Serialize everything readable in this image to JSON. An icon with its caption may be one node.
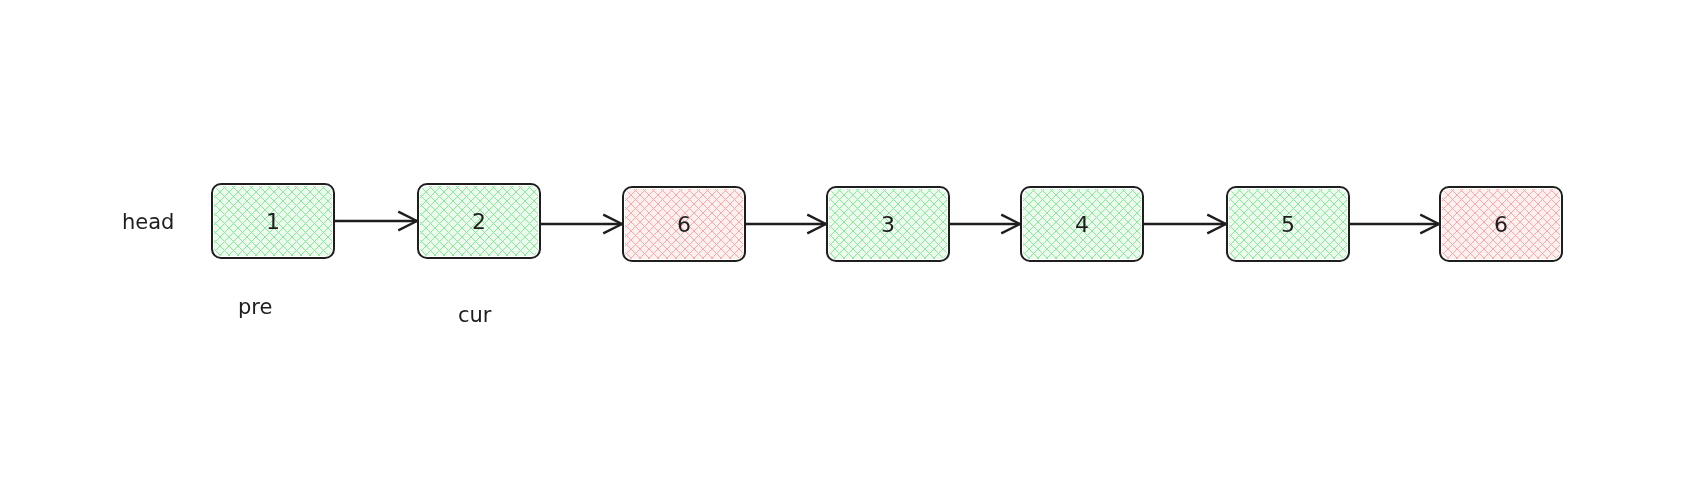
{
  "diagram": {
    "nodes": [
      {
        "text": [
          "1"
        ]
      },
      {
        "text": [
          "2"
        ]
      },
      {
        "text": [
          "6"
        ]
      },
      {
        "text": [
          "3"
        ]
      },
      {
        "text": [
          "4"
        ]
      },
      {
        "text": [
          "5"
        ]
      },
      {
        "text": [
          "6"
        ]
      }
    ],
    "edges": [
      {
        "from": 0,
        "to": 1,
        "arrow": "to"
      },
      {
        "from": 1,
        "to": 2,
        "arrow": "to"
      },
      {
        "from": 2,
        "to": 3,
        "arrow": "to"
      },
      {
        "from": 3,
        "to": 4,
        "arrow": "to"
      },
      {
        "from": 4,
        "to": 5,
        "arrow": "to"
      },
      {
        "from": 5,
        "to": 6,
        "arrow": "to"
      }
    ],
    "labels": [
      "head",
      "pre",
      "cur"
    ]
  }
}
